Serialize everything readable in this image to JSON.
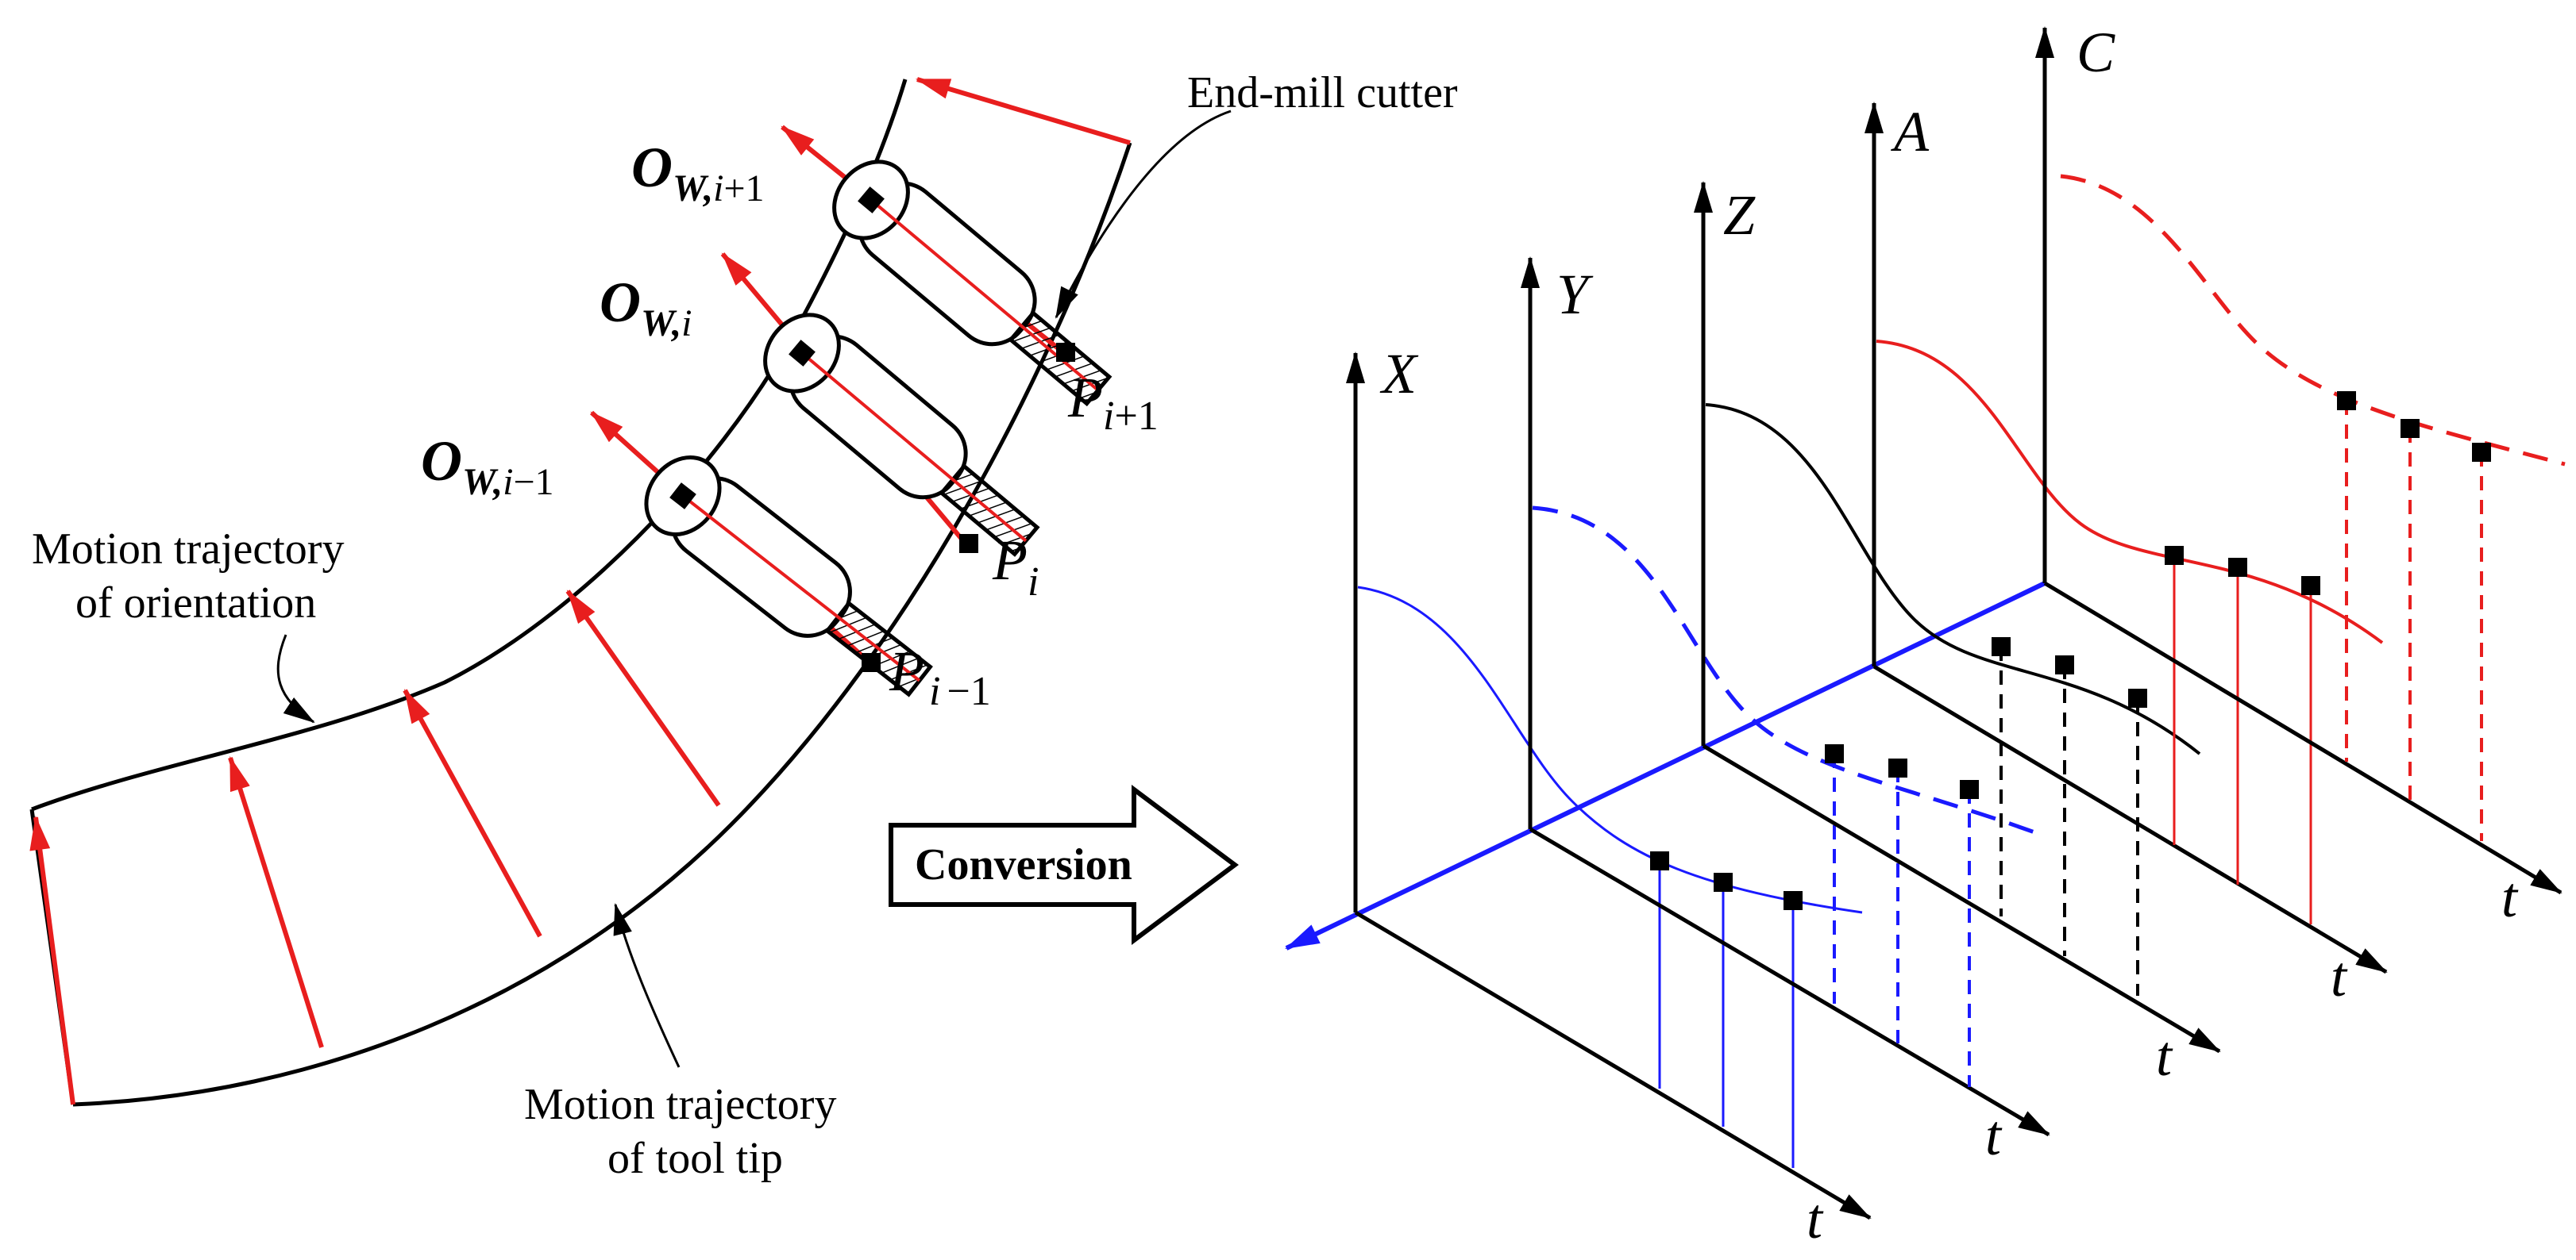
{
  "labels": {
    "end_mill": "End-mill cutter",
    "motion_orient_1": "Motion trajectory",
    "motion_orient_2": "of orientation",
    "motion_tip_1": "Motion trajectory",
    "motion_tip_2": "of tool tip",
    "conversion": "Conversion"
  },
  "math": {
    "O": "O",
    "W": "W,",
    "i": "i",
    "plus1": "+1",
    "minus1": "−1",
    "P": "P",
    "t": "t"
  },
  "axes": [
    "X",
    "Y",
    "Z",
    "A",
    "C"
  ],
  "colors": {
    "ink": "#000000",
    "orient_arrow": "#e81e1e",
    "blue": "#1a1aff"
  }
}
